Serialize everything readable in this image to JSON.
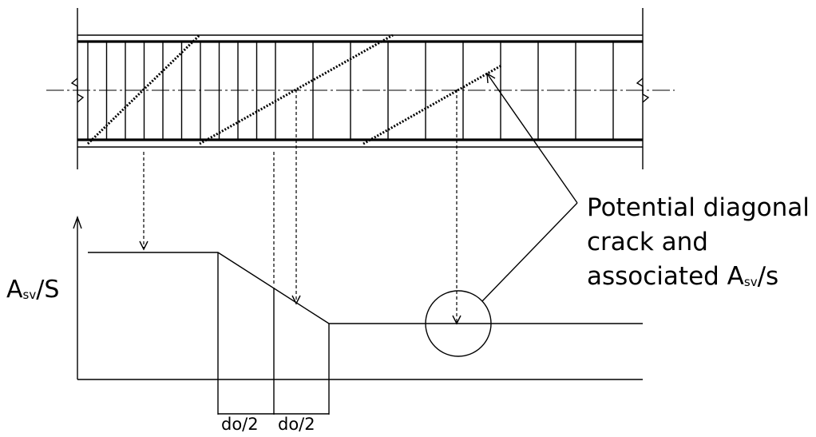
{
  "annotation": {
    "line1": "Potential diagonal",
    "line2": "crack and",
    "line3_prefix": "associated A",
    "line3_sub": "sv",
    "line3_suffix": "/s"
  },
  "y_axis": {
    "prefix": "A",
    "sub": "sv",
    "suffix": "/S"
  },
  "dimensions": {
    "left": "do/2",
    "right": "do/2"
  }
}
